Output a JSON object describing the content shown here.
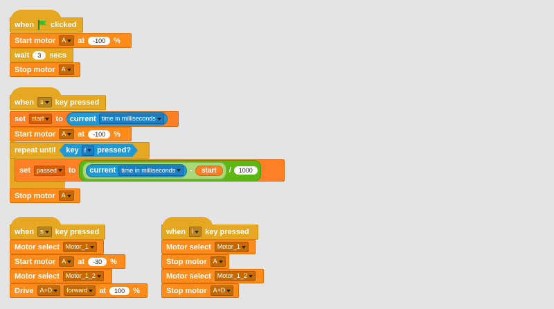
{
  "script1": {
    "hat": {
      "when": "when",
      "clicked": "clicked"
    },
    "start_motor": {
      "label": "Start motor",
      "motor": "A",
      "at": "at",
      "value": "-100",
      "unit": "%"
    },
    "wait": {
      "label": "wait",
      "value": "3",
      "unit": "secs"
    },
    "stop_motor": {
      "label": "Stop motor",
      "motor": "A"
    }
  },
  "script2": {
    "hat": {
      "when": "when",
      "key": "s",
      "pressed": "key pressed"
    },
    "set1": {
      "label": "set",
      "var": "start",
      "to": "to",
      "sensor": "current",
      "sensor_field": "time in milliseconds"
    },
    "start_motor": {
      "label": "Start motor",
      "motor": "A",
      "at": "at",
      "value": "-100",
      "unit": "%"
    },
    "repeat": {
      "label": "repeat until",
      "key_label": "key",
      "key": "f",
      "pressed": "pressed?"
    },
    "set2": {
      "label": "set",
      "var": "passed",
      "to": "to",
      "sensor": "current",
      "sensor_field": "time in milliseconds",
      "minus": "-",
      "var_ref": "start",
      "divide": "/",
      "divisor": "1000"
    },
    "stop_motor": {
      "label": "Stop motor",
      "motor": "A"
    }
  },
  "script3": {
    "hat": {
      "when": "when",
      "key": "s",
      "pressed": "key pressed"
    },
    "select1": {
      "label": "Motor select",
      "motor": "Motor_1"
    },
    "start_motor": {
      "label": "Start motor",
      "motor": "A",
      "at": "at",
      "value": "-30",
      "unit": "%"
    },
    "select2": {
      "label": "Motor select",
      "motor": "Motor_1_2"
    },
    "drive": {
      "label": "Drive",
      "motors": "A+D",
      "direction": "forward",
      "at": "at",
      "value": "100",
      "unit": "%"
    }
  },
  "script4": {
    "hat": {
      "when": "when",
      "key": "l",
      "pressed": "key pressed"
    },
    "select1": {
      "label": "Motor select",
      "motor": "Motor_1"
    },
    "stop1": {
      "label": "Stop motor",
      "motor": "A"
    },
    "select2": {
      "label": "Motor select",
      "motor": "Motor_1_2"
    },
    "stop2": {
      "label": "Stop motor",
      "motor": "A+D"
    }
  }
}
